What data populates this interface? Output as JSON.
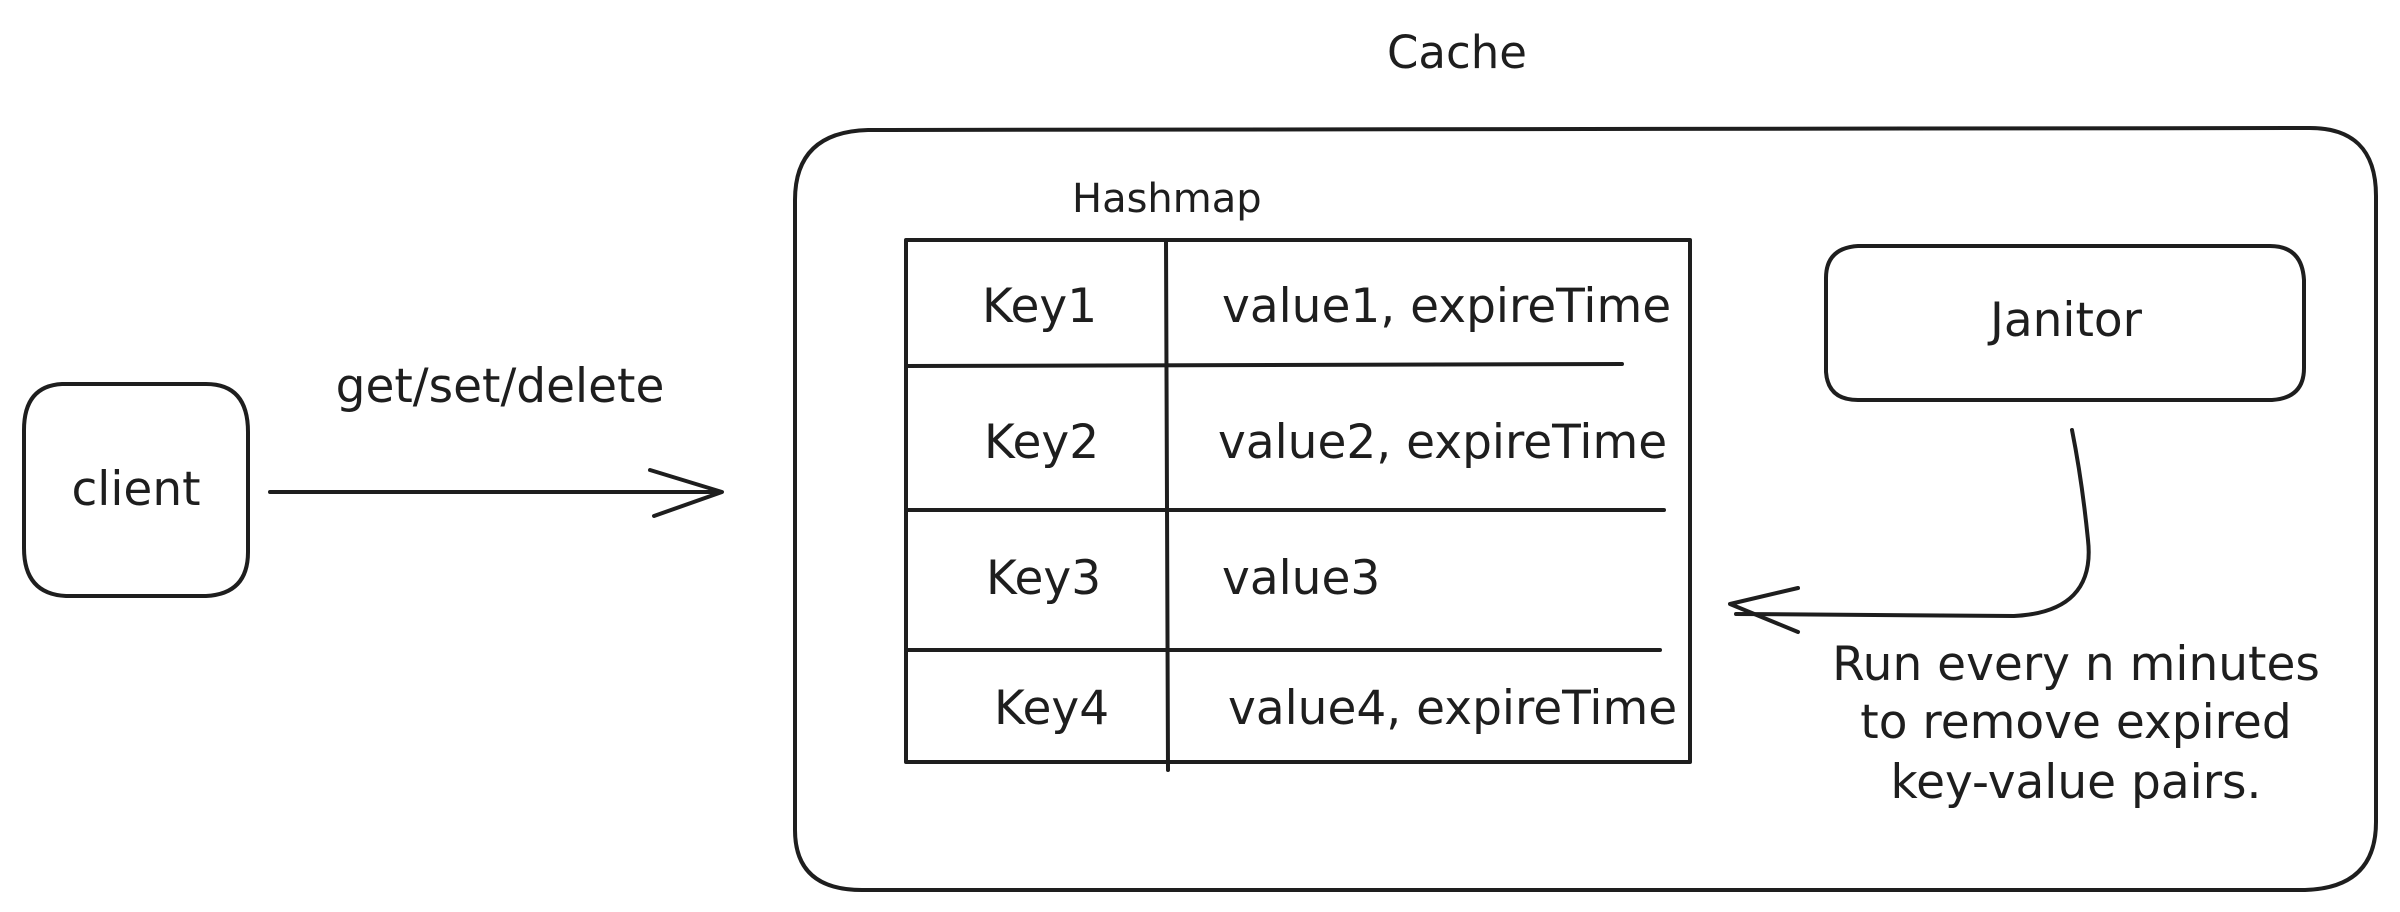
{
  "diagram": {
    "client_label": "client",
    "request_label": "get/set/delete",
    "cache_title": "Cache",
    "hashmap_title": "Hashmap",
    "janitor_label": "Janitor",
    "janitor_note": [
      "Run every n minutes",
      "to remove expired",
      "key-value pairs."
    ],
    "hashmap_rows": [
      {
        "key": "Key1",
        "value": "value1, expireTime"
      },
      {
        "key": "Key2",
        "value": "value2, expireTime"
      },
      {
        "key": "Key3",
        "value": "value3"
      },
      {
        "key": "Key4",
        "value": "value4, expireTime"
      }
    ],
    "colors": {
      "stroke": "#1e1e1e",
      "background": "#ffffff"
    }
  }
}
